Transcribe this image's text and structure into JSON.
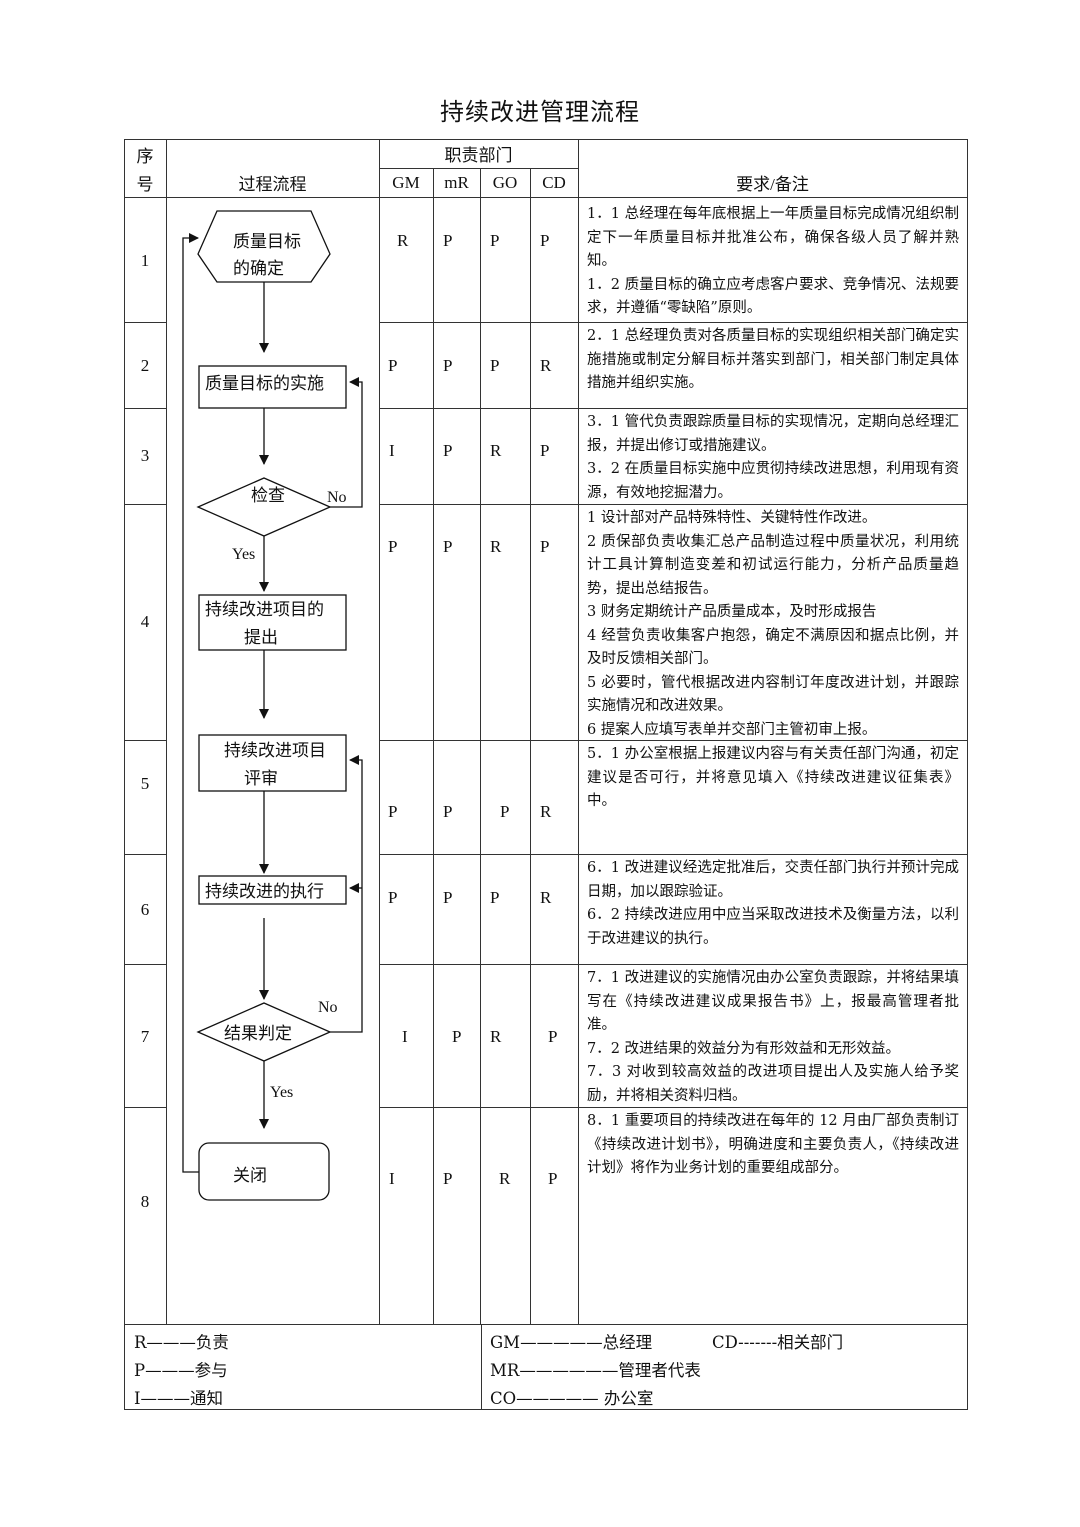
{
  "title": "持续改进管理流程",
  "header": {
    "seq_top": "序",
    "seq_bottom": "号",
    "process": "过程流程",
    "dept": "职责部门",
    "gm": "GM",
    "mr": "mR",
    "go": "GO",
    "cd": "CD",
    "notes": "要求/备注"
  },
  "flow": {
    "n1": "质量目标",
    "n1b": "的确定",
    "n2": "质量目标的实施",
    "n3": "检查",
    "n3_no": "No",
    "n3_yes": "Yes",
    "n4": "持续改进项目的",
    "n4b": "提出",
    "n5": "持续改进项目",
    "n5b": "评审",
    "n6": "持续改进的执行",
    "n7": "结果判定",
    "n7_no": "No",
    "n7_yes": "Yes",
    "n8": "关闭"
  },
  "rows": [
    {
      "seq": "1",
      "gm": "R",
      "mr": "P",
      "go": "P",
      "cd": "P",
      "notes": [
        "1．1 总经理在每年底根据上一年质量目标完成情况组织制定下一年质量目标并批准公布，确保各级人员了解并熟知。",
        "1．2 质量目标的确立应考虑客户要求、竞争情况、法规要求，并遵循“零缺陷”原则。"
      ]
    },
    {
      "seq": "2",
      "gm": "P",
      "mr": "P",
      "go": "P",
      "cd": "R",
      "notes": [
        "2．1 总经理负责对各质量目标的实现组织相关部门确定实施措施或制定分解目标并落实到部门，相关部门制定具体措施并组织实施。"
      ]
    },
    {
      "seq": "3",
      "gm": "I",
      "mr": "P",
      "go": "R",
      "cd": "P",
      "notes": [
        "3．1 管代负责跟踪质量目标的实现情况，定期向总经理汇报，并提出修订或措施建议。",
        "3．2 在质量目标实施中应贯彻持续改进思想，利用现有资源，有效地挖掘潜力。"
      ]
    },
    {
      "seq": "4",
      "gm": "P",
      "mr": "P",
      "go": "R",
      "cd": "P",
      "notes": [
        "1 设计部对产品特殊特性、关键特性作改进。",
        "2 质保部负责收集汇总产品制造过程中质量状况，利用统计工具计算制造变差和初试运行能力，分析产品质量趋势，提出总结报告。",
        "3 财务定期统计产品质量成本，及时形成报告",
        "4 经营负责收集客户抱怨，确定不满原因和据点比例，并及时反馈相关部门。",
        "5 必要时，管代根据改进内容制订年度改进计划，并跟踪实施情况和改进效果。",
        "6 提案人应填写表单并交部门主管初审上报。"
      ]
    },
    {
      "seq": "5",
      "gm": "P",
      "mr": "P",
      "go": "P",
      "cd": "R",
      "notes": [
        "5．1 办公室根据上报建议内容与有关责任部门沟通，初定建议是否可行，并将意见填入《持续改进建议征集表》中。"
      ]
    },
    {
      "seq": "6",
      "gm": "P",
      "mr": "P",
      "go": "P",
      "cd": "R",
      "notes": [
        "6．1 改进建议经选定批准后，交责任部门执行并预计完成日期，加以跟踪验证。",
        "6．2 持续改进应用中应当采取改进技术及衡量方法，以利于改进建议的执行。"
      ]
    },
    {
      "seq": "7",
      "gm": "I",
      "mr": "P",
      "go": "R",
      "cd": "P",
      "notes": [
        "7．1 改进建议的实施情况由办公室负责跟踪，并将结果填写在《持续改进建议成果报告书》上，报最高管理者批准。",
        "7．2 改进结果的效益分为有形效益和无形效益。",
        "7．3 对收到较高效益的改进项目提出人及实施人给予奖励，并将相关资料归档。"
      ]
    },
    {
      "seq": "8",
      "gm": "I",
      "mr": "P",
      "go": "R",
      "cd": "P",
      "notes": [
        "8．1 重要项目的持续改进在每年的 12 月由厂部负责制订《持续改进计划书》，明确进度和主要负责人，《持续改进计划》将作为业务计划的重要组成部分。"
      ]
    }
  ],
  "legend": {
    "r": "R———负责",
    "p": "P———参与",
    "i": "I———通知",
    "gm": "GM—————总经理",
    "cd": "CD-------相关部门",
    "mr": "MR——————管理者代表",
    "co": "CO————— 办公室"
  }
}
